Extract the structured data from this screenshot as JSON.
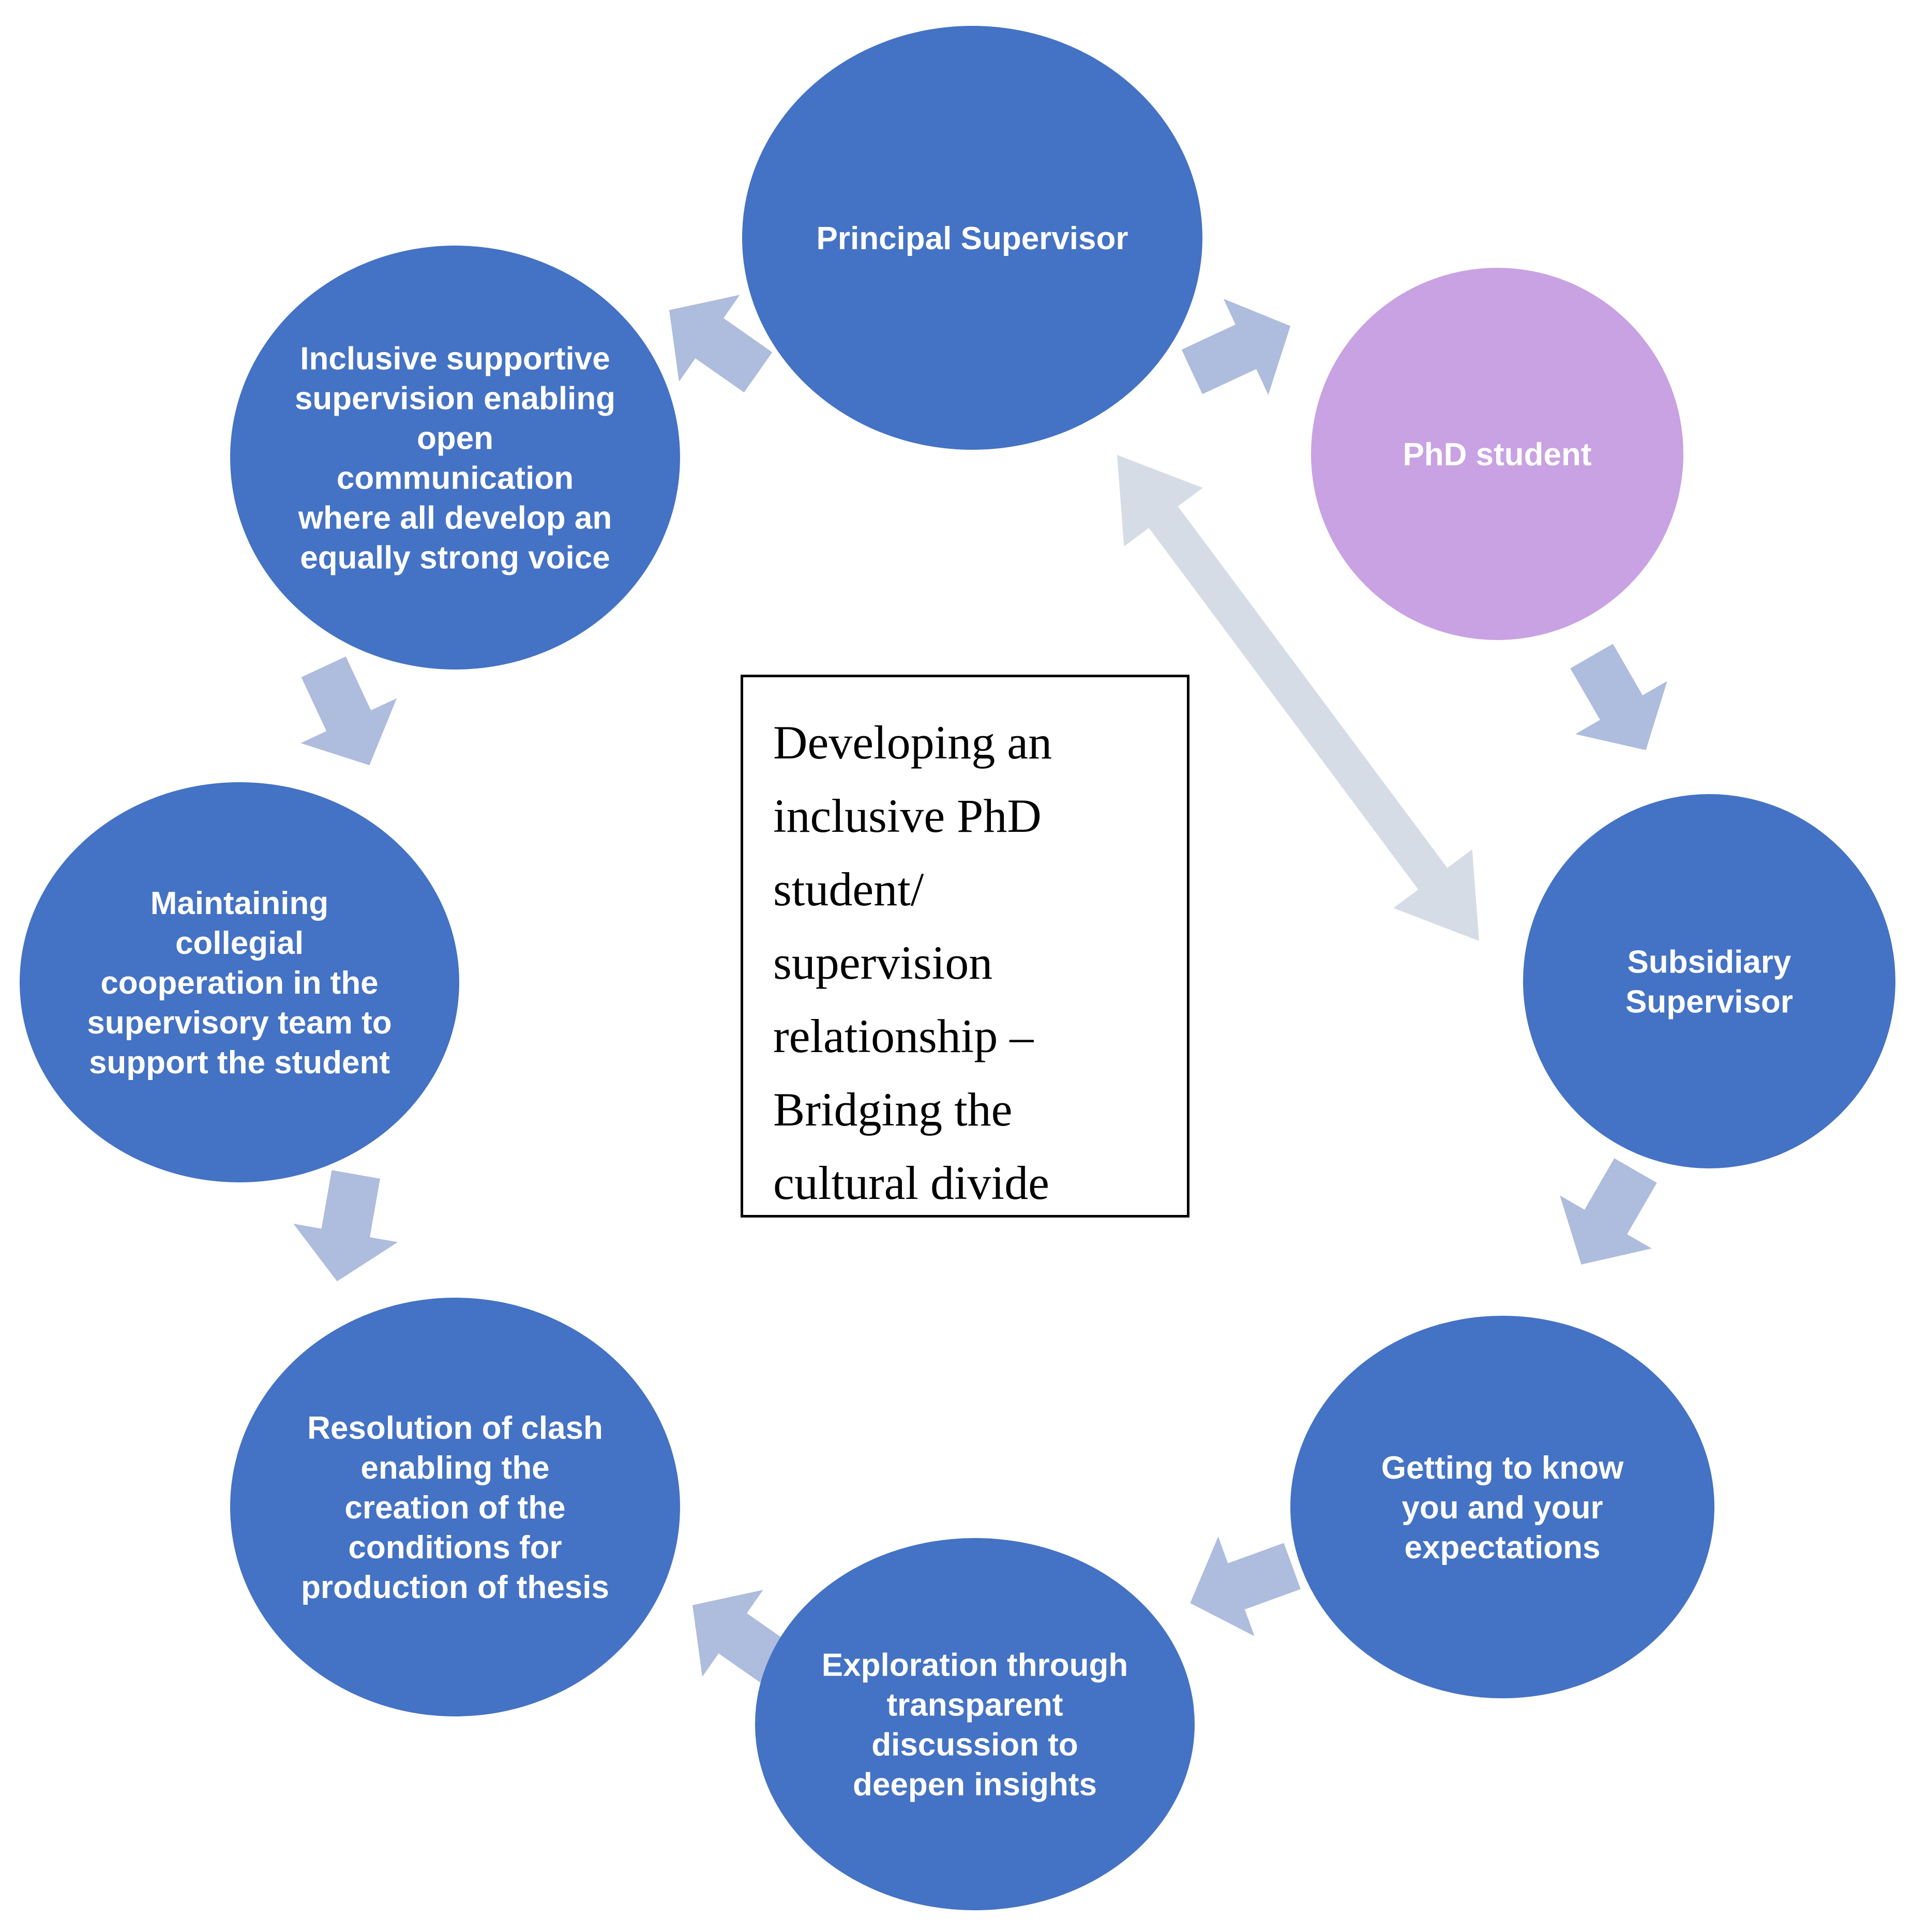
{
  "colors": {
    "circle_blue": "#4472C4",
    "circle_purple": "#C8A2E2",
    "arrow_fill": "#AEBCDD",
    "double_arrow_fill": "#D6DCE6",
    "label_color": "#FFFFFF",
    "label_muted": "#F4EAFB"
  },
  "center_title": "Developing an\ninclusive PhD\nstudent/\nsupervision\nrelationship –\nBridging the\ncultural divide",
  "nodes": [
    {
      "id": "principal-supervisor",
      "label": "Principal Supervisor"
    },
    {
      "id": "phd-student",
      "label": "PhD student"
    },
    {
      "id": "subsidiary-supervisor",
      "label": "Subsidiary\nSupervisor"
    },
    {
      "id": "getting-to-know",
      "label": "Getting to know\nyou and your\nexpectations"
    },
    {
      "id": "exploration",
      "label": "Exploration through\ntransparent\ndiscussion to\ndeepen insights"
    },
    {
      "id": "resolution",
      "label": "Resolution of clash\nenabling the\ncreation of the\nconditions for\nproduction of thesis"
    },
    {
      "id": "maintaining",
      "label": "Maintaining\ncollegial\ncooperation in the\nsupervisory team to\nsupport the student"
    },
    {
      "id": "inclusive",
      "label": "Inclusive supportive\nsupervision enabling\nopen\ncommunication\nwhere all develop an\nequally strong voice"
    }
  ]
}
